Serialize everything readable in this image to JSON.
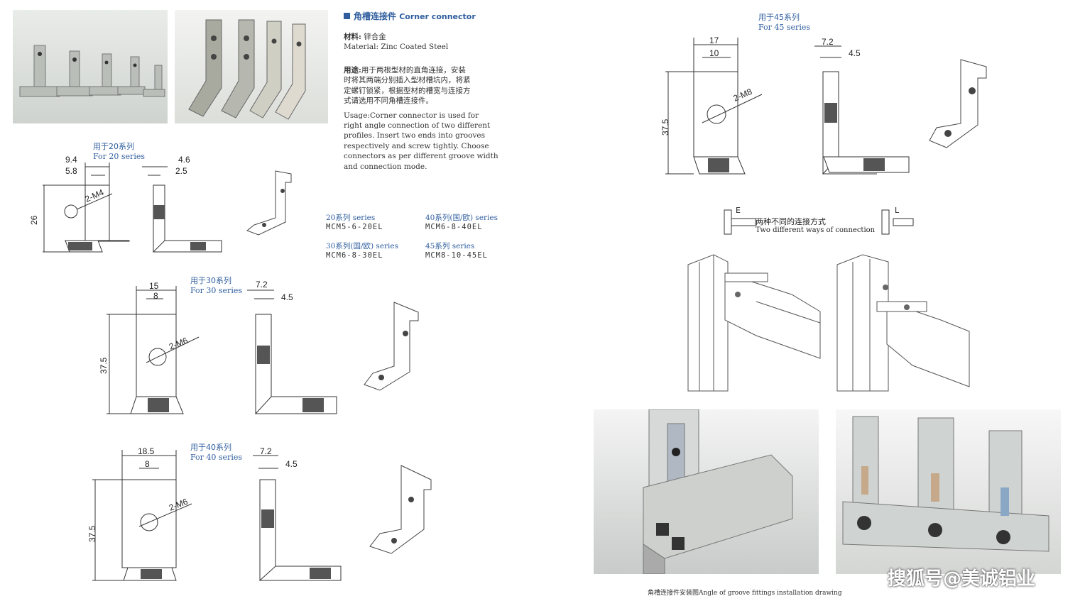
{
  "title": {
    "cn": "角槽连接件",
    "en": "Corner connector"
  },
  "material": {
    "label": "材料:",
    "value": "锌合金",
    "en": "Material: Zinc Coated Steel"
  },
  "usage": {
    "label": "用途:",
    "cn_lines": [
      "用于两根型材的直角连接，安装",
      "时将其两端分别插入型材槽坑内，将紧",
      "定螺钉锁紧，根据型材的槽宽与连接方",
      "式请选用不同角槽连接件。"
    ],
    "en_lines": [
      "Usage:Corner connector is used for",
      "right angle connection of two different",
      "profiles. Insert two ends into grooves",
      "respectively and screw tightly. Choose",
      "connectors as per different groove width",
      "and connection mode."
    ]
  },
  "models": [
    {
      "series": "20系列 series",
      "code": "MCM5-6-20EL"
    },
    {
      "series": "40系列(国/欧) series",
      "code": "MCM6-8-40EL"
    },
    {
      "series": "30系列(国/欧) series",
      "code": "MCM6-8-30EL"
    },
    {
      "series": "45系列 series",
      "code": "MCM8-10-45EL"
    }
  ],
  "series20": {
    "cn": "用于20系列",
    "en": "For 20 series",
    "w1": "9.4",
    "w2": "5.8",
    "h": "26",
    "hole": "2-M4",
    "s1": "4.6",
    "s2": "2.5"
  },
  "series30": {
    "cn": "用于30系列",
    "en": "For 30 series",
    "w1": "15",
    "w2": "8",
    "h": "37.5",
    "hole": "2-M6",
    "s1": "7.2",
    "s2": "4.5"
  },
  "series40": {
    "cn": "用于40系列",
    "en": "For 40 series",
    "w1": "18.5",
    "w2": "8",
    "h": "37.5",
    "hole": "2-M6",
    "s1": "7.2",
    "s2": "4.5"
  },
  "series45": {
    "cn": "用于45系列",
    "en": "For 45 series",
    "w1": "17",
    "w2": "10",
    "h": "37.5",
    "hole": "2-M8",
    "s1": "7.2",
    "s2": "4.5"
  },
  "connection": {
    "e": "E",
    "l": "L",
    "cn": "两种不同的连接方式",
    "en": "Two different ways of connection"
  },
  "install_caption": "角槽连接件安装图Angle of groove fittings installation drawing",
  "watermark": "搜狐号@美诚铝业",
  "colors": {
    "accent": "#2f5e9e",
    "line": "#333333"
  }
}
